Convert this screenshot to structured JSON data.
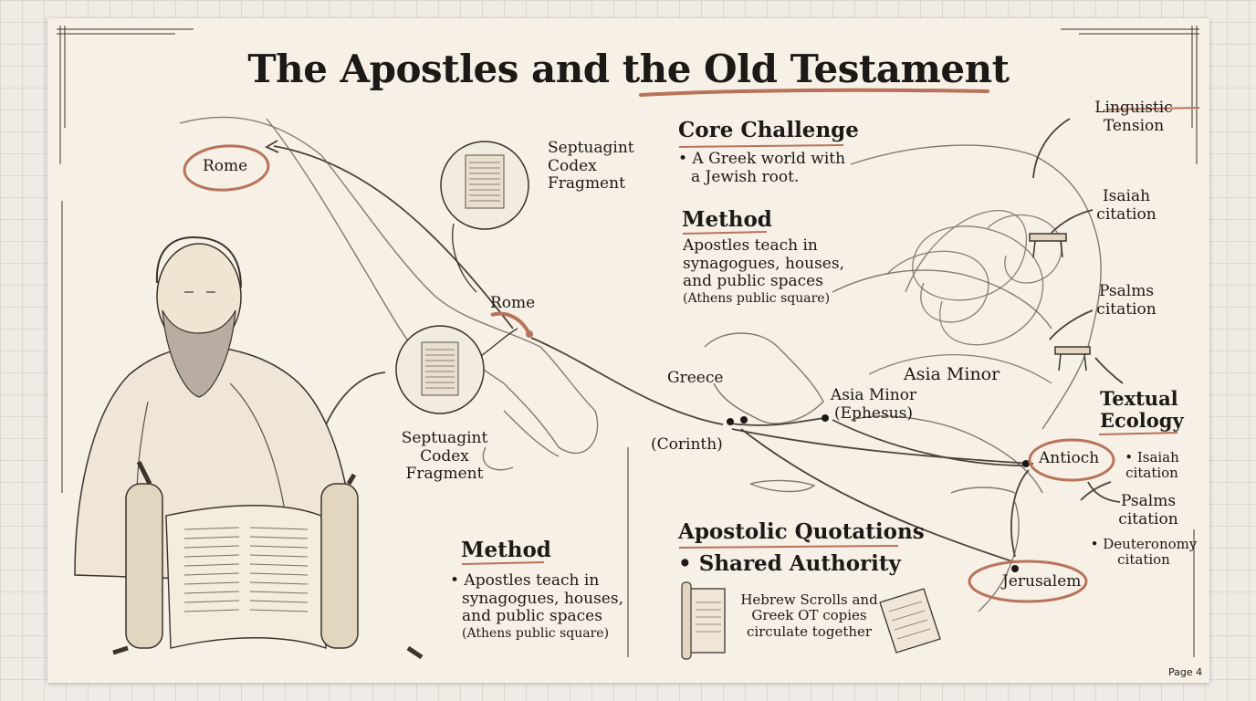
{
  "title": "The Apostles and the Old Testament",
  "map_labels": {
    "rome_top": "Rome",
    "rome_mid": "Rome",
    "greece": "Greece",
    "corinth": "(Corinth)",
    "asia_minor_ephesus_line1": "Asia Minor",
    "asia_minor_ephesus_line2": "(Ephesus)",
    "asia_minor": "Asia Minor",
    "antioch": "Antioch",
    "jerusalem": "Jerusalem"
  },
  "septuagint_top": [
    "Septuagint",
    "Codex",
    "Fragment"
  ],
  "septuagint_mid": [
    "Septuagint",
    "Codex",
    "Fragment"
  ],
  "core_challenge": {
    "heading": "Core Challenge",
    "bullet_line1": "• A Greek world with",
    "bullet_line2": "a Jewish root."
  },
  "method_top": {
    "heading": "Method",
    "lines": [
      "Apostles teach in",
      "synagogues, houses,",
      "and public spaces"
    ],
    "note": "(Athens public square)"
  },
  "method_bottom": {
    "heading": "Method",
    "lines": [
      "• Apostles teach in",
      "synagogues, houses,",
      "and public spaces"
    ],
    "note": "(Athens public square)"
  },
  "quotations": {
    "heading": "Apostolic Quotations",
    "subheading": "• Shared Authority",
    "caption_lines": [
      "Hebrew Scrolls and",
      "Greek OT copies",
      "circulate together"
    ]
  },
  "right_labels": {
    "linguistic": [
      "Linguistic",
      "Tension"
    ],
    "isaiah": [
      "Isaiah",
      "citation"
    ],
    "psalms": [
      "Psalms",
      "citation"
    ]
  },
  "textual_ecology": {
    "heading_line1": "Textual",
    "heading_line2": "Ecology",
    "items": [
      {
        "line1": "• Isaiah",
        "line2": "citation"
      },
      {
        "line1": "Psalms",
        "line2": "citation"
      },
      {
        "line1": "• Deuteronomy",
        "line2": "citation"
      }
    ]
  },
  "page_label": "Page 4",
  "colors": {
    "accent": "#b8735a",
    "ink": "#1c1a17",
    "paper": "#f6f0e6"
  }
}
